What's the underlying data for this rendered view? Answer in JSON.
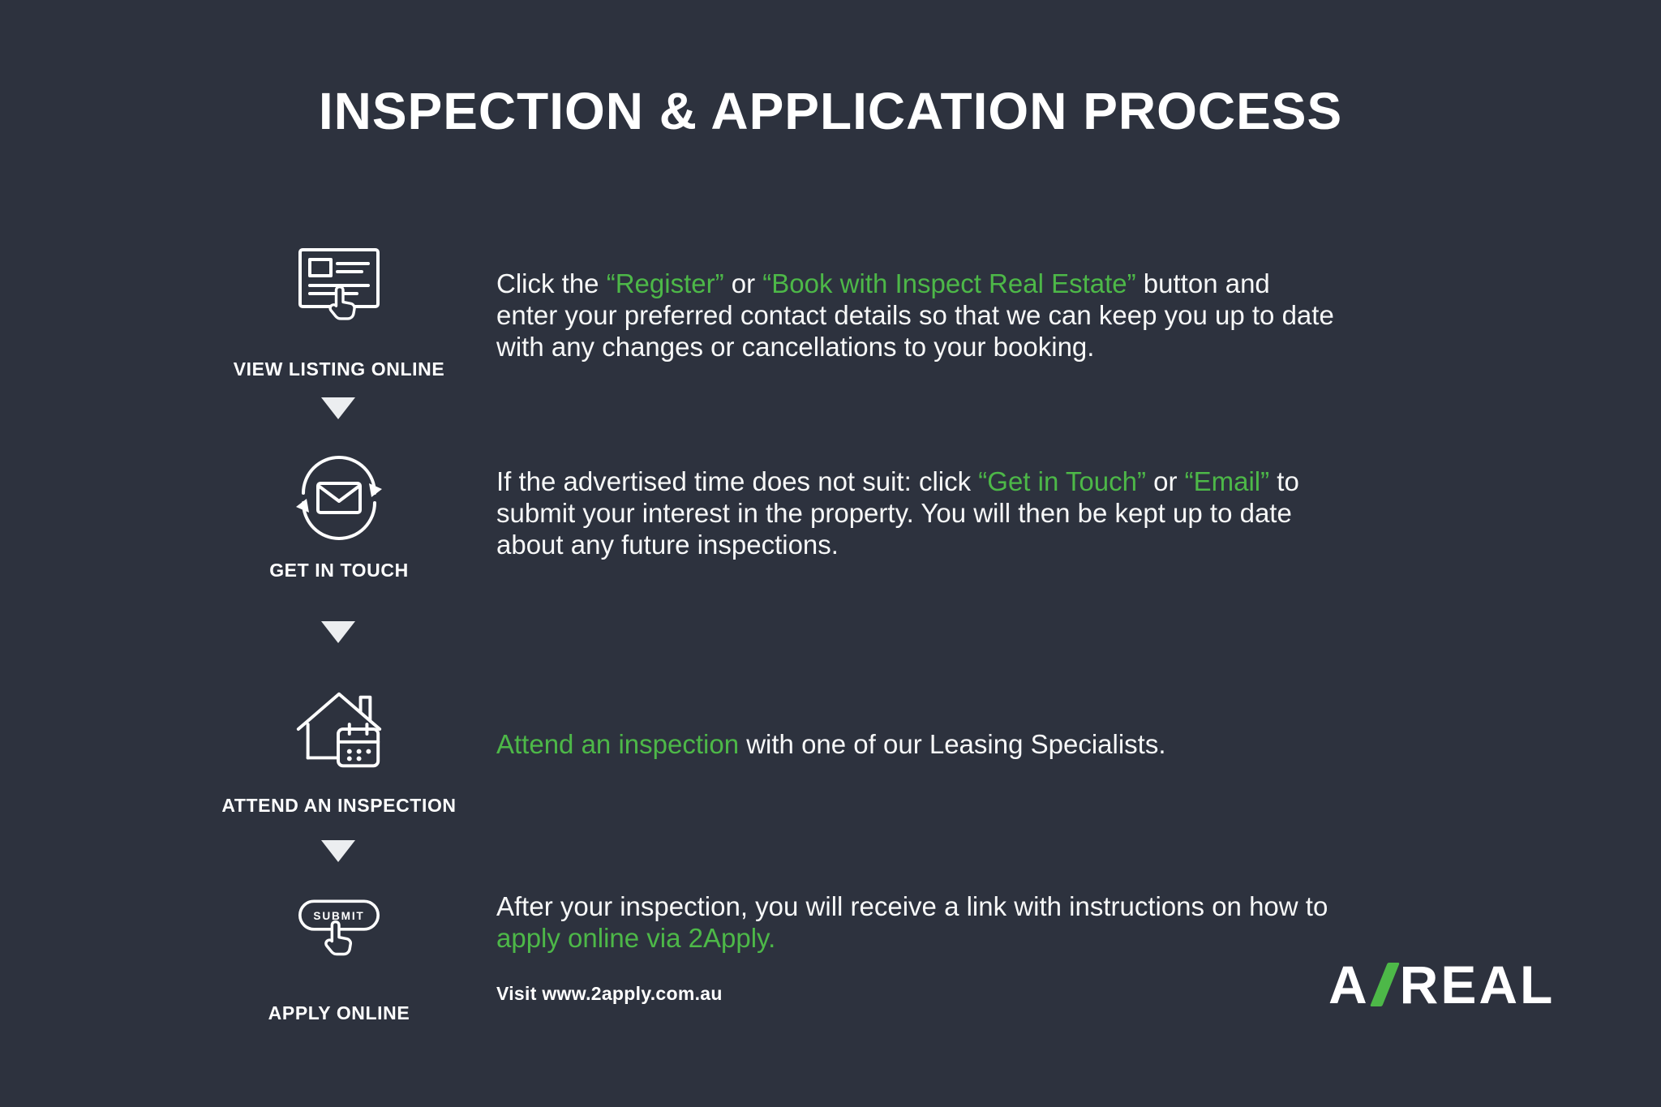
{
  "title": "INSPECTION & APPLICATION PROCESS",
  "colors": {
    "background": "#2d323e",
    "accent": "#4db848",
    "text": "#f7f8f8"
  },
  "steps": [
    {
      "label": "VIEW LISTING ONLINE",
      "icon": "listing-click-icon",
      "segments": [
        {
          "text": "Click the ",
          "accent": false
        },
        {
          "text": "“Register”",
          "accent": true
        },
        {
          "text": " or ",
          "accent": false
        },
        {
          "text": "“Book with Inspect Real Estate”",
          "accent": true
        },
        {
          "text": " button and enter your preferred contact details so that we can keep you up to date with any changes or cancellations to your booking.",
          "accent": false
        }
      ]
    },
    {
      "label": "GET IN TOUCH",
      "icon": "email-sync-icon",
      "segments": [
        {
          "text": "If the advertised time does not suit: click ",
          "accent": false
        },
        {
          "text": "“Get in Touch”",
          "accent": true
        },
        {
          "text": " or ",
          "accent": false
        },
        {
          "text": "“Email”",
          "accent": true
        },
        {
          "text": " to submit your interest in the property. You will then be kept up to date about any future inspections.",
          "accent": false
        }
      ]
    },
    {
      "label": "ATTEND AN INSPECTION",
      "icon": "house-calendar-icon",
      "segments": [
        {
          "text": "Attend an inspection",
          "accent": true
        },
        {
          "text": " with one of our Leasing Specialists.",
          "accent": false
        }
      ]
    },
    {
      "label": "APPLY ONLINE",
      "icon": "submit-button-icon",
      "icon_text": "SUBMIT",
      "segments": [
        {
          "text": "After your inspection, you will receive a link with instructions on how to ",
          "accent": false
        },
        {
          "text": "apply online via 2Apply.",
          "accent": true
        }
      ]
    }
  ],
  "footnote": "Visit www.2apply.com.au",
  "logo": {
    "first": "A",
    "second": "REAL"
  }
}
